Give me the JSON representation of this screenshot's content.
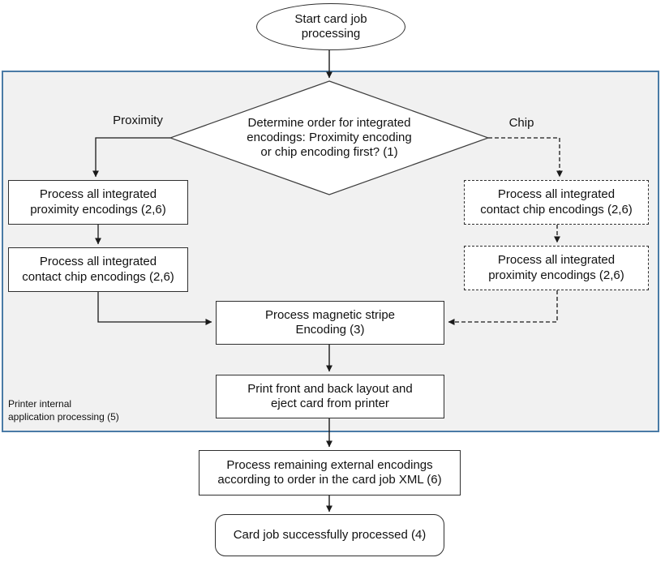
{
  "diagram": {
    "kind": "flowchart",
    "colors": {
      "container_fill": "#f1f1f1",
      "container_border": "#4a7ba6",
      "node_border": "#2f2f2f",
      "connector": "#1a1a1a",
      "node_fill": "#ffffff"
    },
    "nodes": {
      "start": {
        "label": "Start card job\nprocessing",
        "shape": "ellipse"
      },
      "decision": {
        "label": "Determine order for integrated\nencodings: Proximity encoding\nor chip encoding first? (1)",
        "shape": "diamond"
      },
      "prox_left": {
        "label": "Process all integrated\nproximity encodings (2,6)",
        "shape": "rect"
      },
      "chip_left": {
        "label": "Process all integrated\ncontact chip encodings (2,6)",
        "shape": "rect"
      },
      "chip_right": {
        "label": "Process all integrated\ncontact chip encodings (2,6)",
        "shape": "rect-dashed"
      },
      "prox_right": {
        "label": "Process all integrated\nproximity encodings (2,6)",
        "shape": "rect-dashed"
      },
      "magstripe": {
        "label": "Process magnetic stripe\nEncoding (3)",
        "shape": "rect"
      },
      "print": {
        "label": "Print front and back layout and\neject card from printer",
        "shape": "rect"
      },
      "external": {
        "label": "Process remaining external encodings\naccording to order in the card job XML (6)",
        "shape": "rect"
      },
      "done": {
        "label": "Card job successfully processed (4)",
        "shape": "terminator"
      }
    },
    "edge_labels": {
      "proximity_branch": "Proximity",
      "chip_branch": "Chip"
    },
    "region": {
      "label": "Printer internal\napplication processing (5)"
    }
  }
}
